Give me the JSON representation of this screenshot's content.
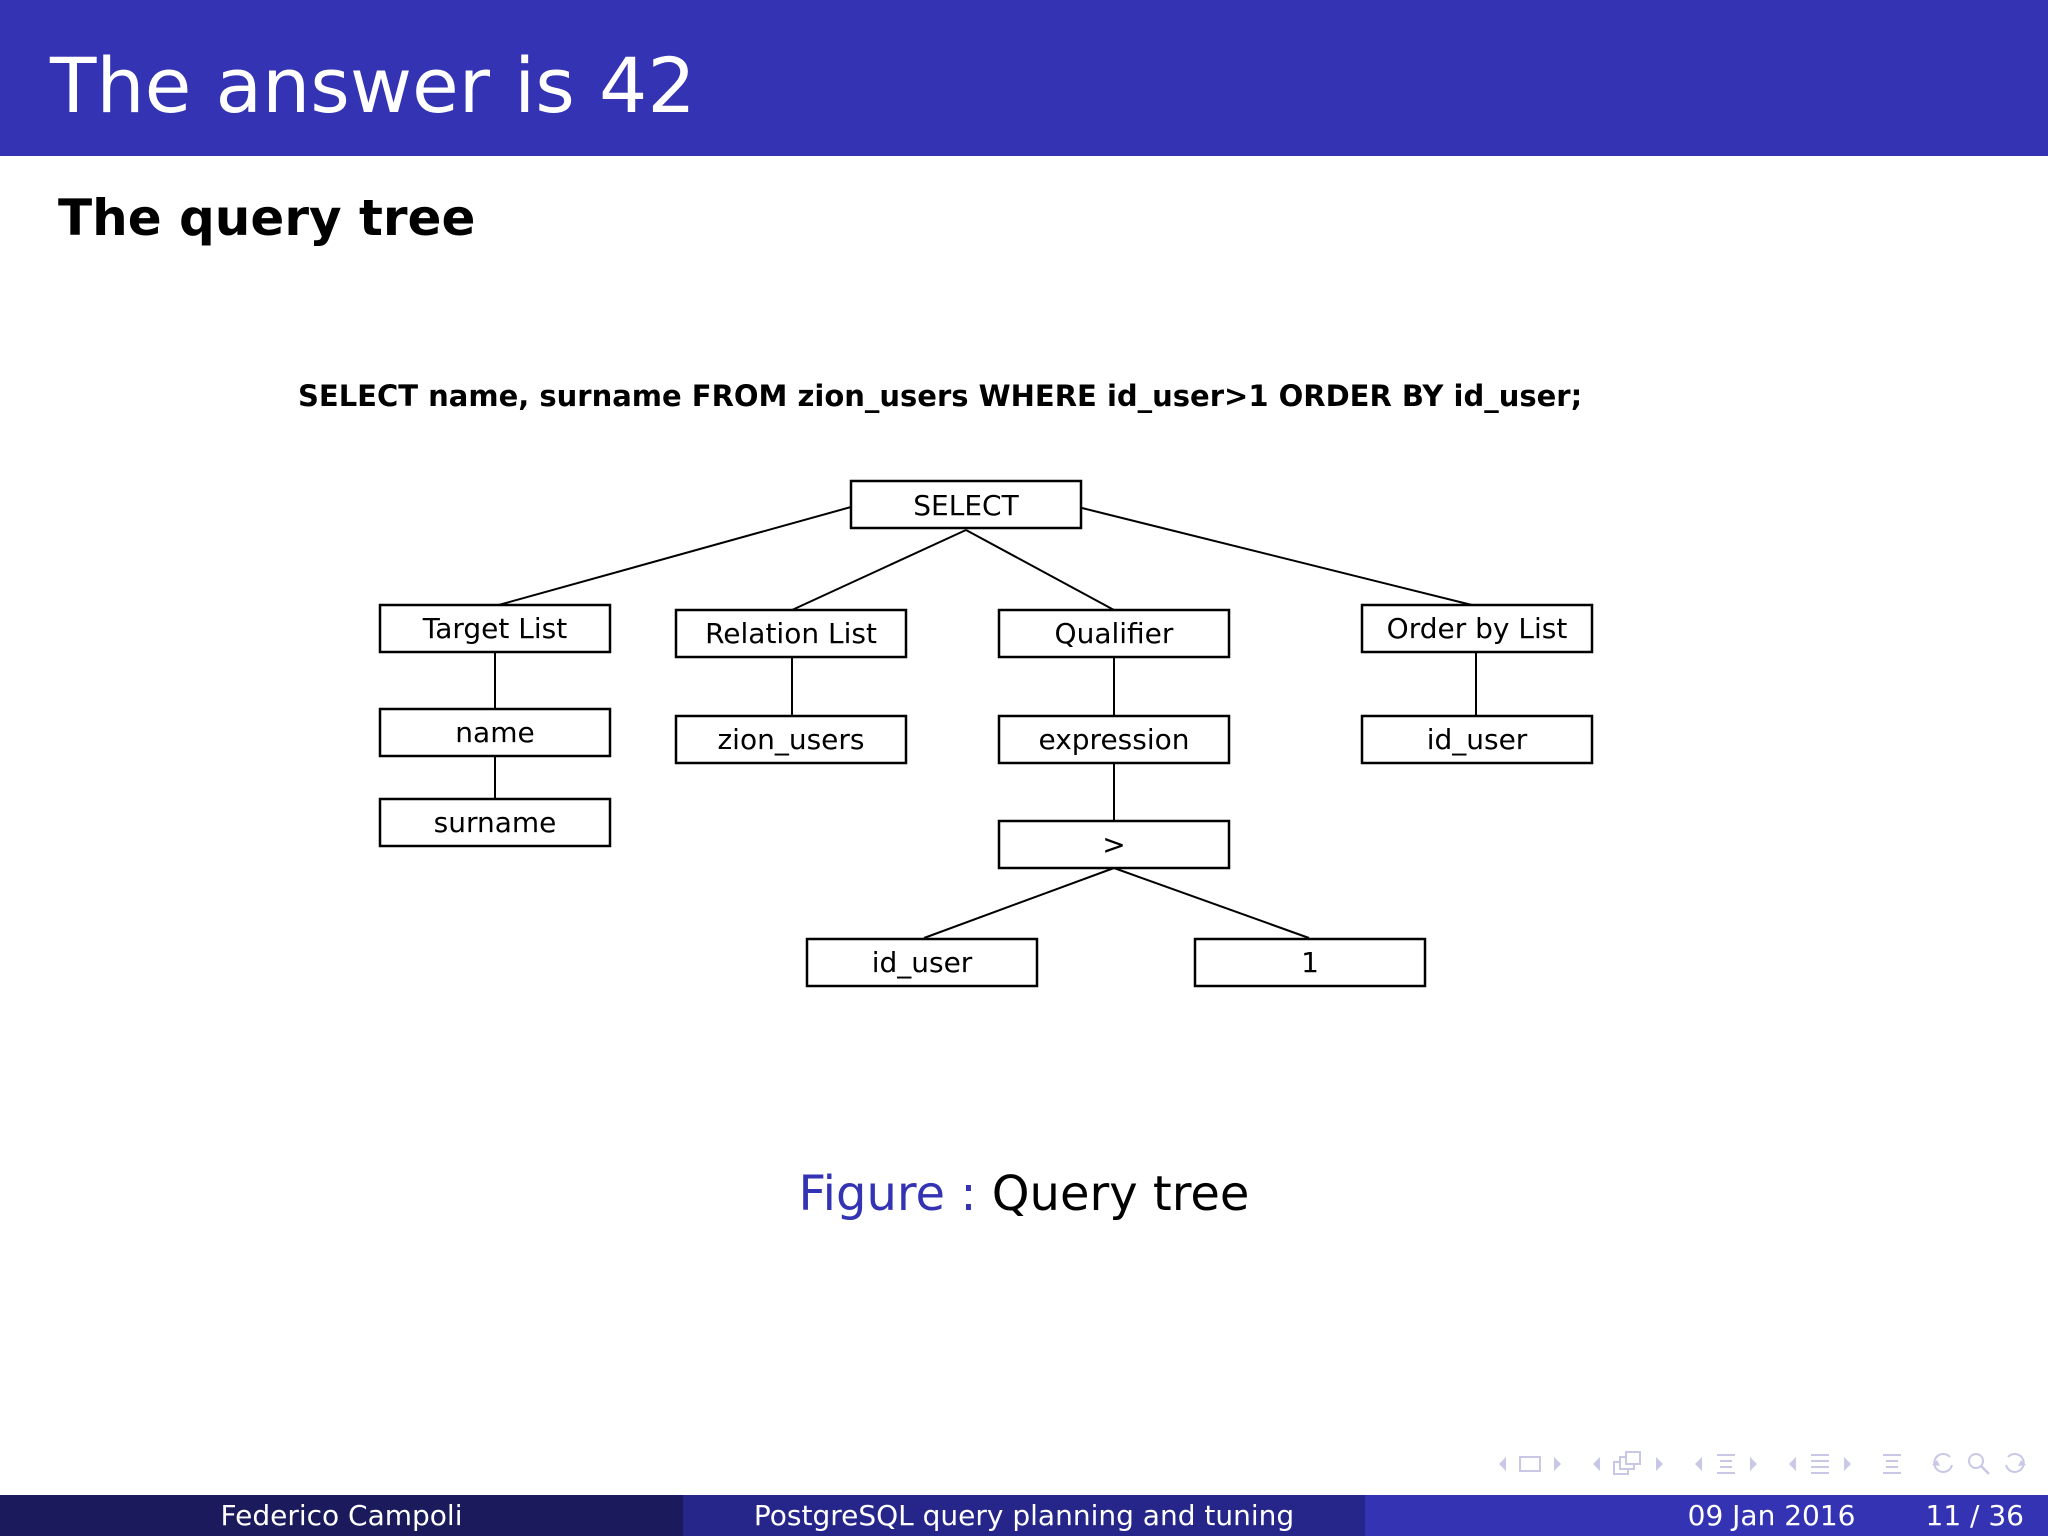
{
  "slide": {
    "title": "The answer is 42",
    "subtitle": "The query tree"
  },
  "figure": {
    "sql": "SELECT name, surname FROM zion_users WHERE id_user>1 ORDER BY id_user;",
    "nodes": {
      "select": "SELECT",
      "target_list": "Target List",
      "relation_list": "Relation List",
      "qualifier": "Qualifier",
      "order_by_list": "Order by List",
      "name": "name",
      "surname": "surname",
      "zion_users": "zion_users",
      "expression": "expression",
      "gt": ">",
      "id_user_order": "id_user",
      "id_user_expr": "id_user",
      "one": "1"
    },
    "caption_label": "Figure :",
    "caption_text": "Query tree"
  },
  "navigation": {
    "icons": [
      "nav-frame-icon",
      "nav-subsection-icon",
      "nav-section-icon",
      "nav-document-icon",
      "nav-appendix-icon",
      "nav-search-icon"
    ],
    "color": "#c8c8e6"
  },
  "footer": {
    "author": "Federico Campoli",
    "talk_title": "PostgreSQL query planning and tuning",
    "date": "09 Jan 2016",
    "page": "11 / 36"
  },
  "colors": {
    "header_bg": "#3333b3",
    "footer_left": "#1a1a5c",
    "footer_middle": "#26268a",
    "footer_right": "#3333b3",
    "caption_label": "#3333b3"
  }
}
